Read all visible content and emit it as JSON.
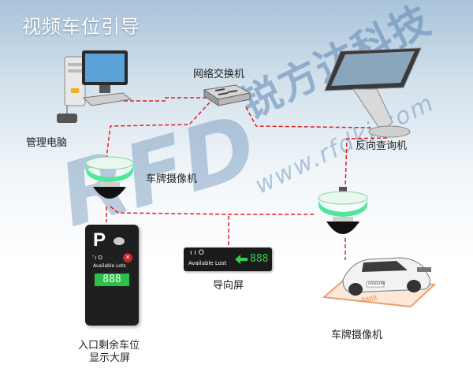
{
  "title": "视频车位引导",
  "watermark": {
    "brand": "RFD",
    "company": "锐方达科技",
    "url": "www.rfdkj.com"
  },
  "labels": {
    "switch": "网络交换机",
    "pc": "管理电脑",
    "kiosk": "反向查询机",
    "camera_top": "车牌摄像机",
    "camera_bottom": "车牌摄像机",
    "guide_screen": "导向屏",
    "entrance_line1": "入口剩余车位",
    "entrance_line2": "显示大屏"
  },
  "entrance_display": {
    "logo": "P",
    "icons": "ꜙ ı O",
    "caption": "Available Lots",
    "count": "888"
  },
  "guide_display": {
    "icons": "ı ı O",
    "caption": "Available Lost",
    "count": "888",
    "arrow": "left"
  },
  "car": {
    "plate": "GOSOLOW",
    "spot_number": "8888"
  },
  "colors": {
    "connection": "#e02020",
    "led": "#32d04a",
    "camera_glow": "#4fe89a"
  },
  "icons": [
    "computer-icon",
    "network-switch-icon",
    "kiosk-icon",
    "dome-camera-icon",
    "car-icon",
    "arrow-left-icon"
  ]
}
